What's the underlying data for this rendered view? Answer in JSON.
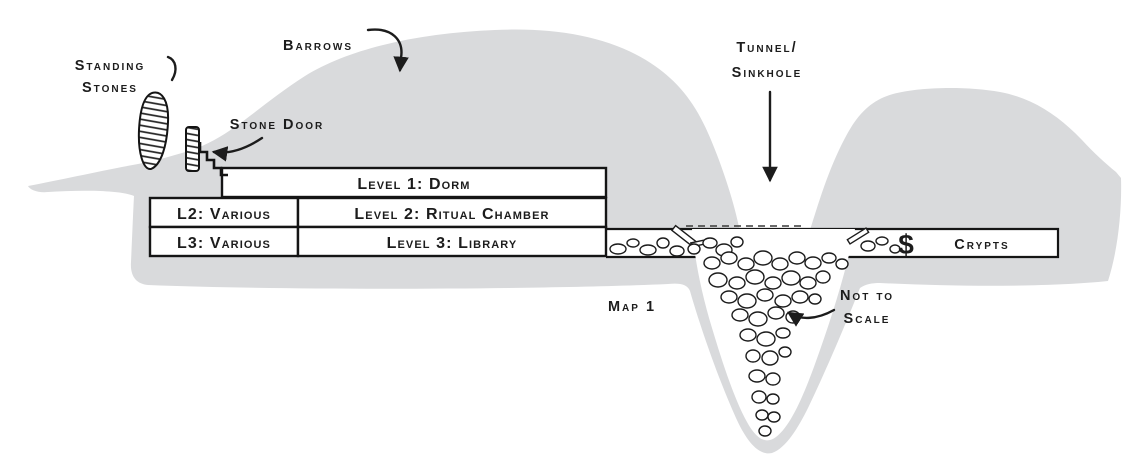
{
  "colors": {
    "earth": "#d9dadc",
    "ink": "#1c1c1c",
    "paper": "#ffffff"
  },
  "labels": {
    "standing_stones_1": "Standing",
    "standing_stones_2": "Stones",
    "barrows": "Barrows",
    "stone_door": "Stone Door",
    "tunnel_1": "Tunnel/",
    "tunnel_2": "Sinkhole",
    "map": "Map 1",
    "not_to_scale_1": "Not to",
    "not_to_scale_2": "Scale",
    "crypts": "Crypts",
    "treasure_symbol": "$"
  },
  "levels": {
    "level1": "Level 1: Dorm",
    "l2_side": "L2: Various",
    "level2": "Level 2: Ritual Chamber",
    "l3_side": "L3: Various",
    "level3": "Level 3: Library"
  }
}
